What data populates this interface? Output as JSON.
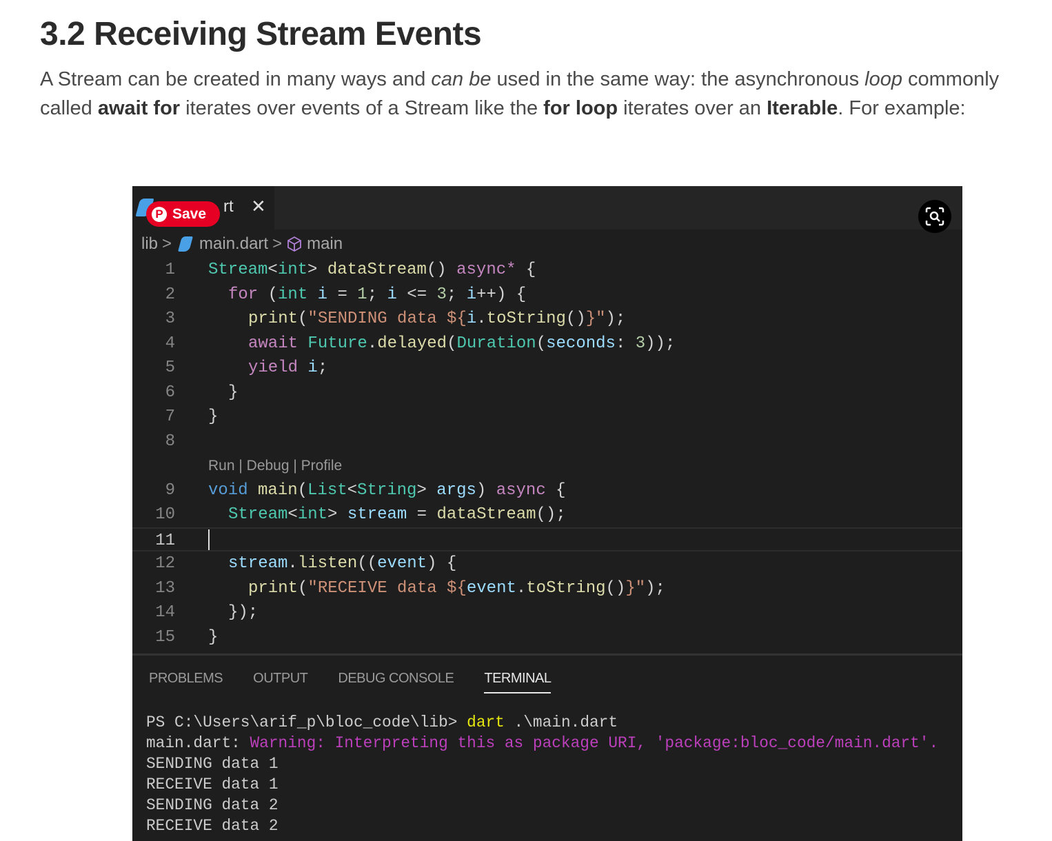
{
  "article": {
    "title": "3.2 Receiving Stream Events",
    "paragraph": [
      {
        "t": "A Stream can be created in many ways and ",
        "s": "n"
      },
      {
        "t": "can be",
        "s": "i"
      },
      {
        "t": " used in the same way: the asynchronous ",
        "s": "n"
      },
      {
        "t": "loop",
        "s": "i"
      },
      {
        "t": " commonly called ",
        "s": "n"
      },
      {
        "t": "await for",
        "s": "b"
      },
      {
        "t": " iterates over events of a Stream like the ",
        "s": "n"
      },
      {
        "t": "for loop",
        "s": "b"
      },
      {
        "t": " iterates over an ",
        "s": "n"
      },
      {
        "t": "Iterable",
        "s": "b"
      },
      {
        "t": ". For example:",
        "s": "n"
      }
    ]
  },
  "overlay": {
    "save_label": "Save",
    "pin_glyph": "P"
  },
  "editor": {
    "tab_name": "rt",
    "tab_close": "✕",
    "breadcrumb": [
      "lib",
      "main.dart",
      "main"
    ],
    "breadcrumb_sep": ">",
    "colors": {
      "k": "#c586c0",
      "t": "#4ec9b0",
      "f": "#dcdcaa",
      "v": "#9cdcfe",
      "s": "#ce9178",
      "n": "#b5cea8",
      "p": "#d4d4d4",
      "b": "#569cd6"
    },
    "codelens": "Run | Debug | Profile",
    "lines": [
      {
        "n": "1",
        "indent": 0,
        "tokens": [
          [
            "Stream",
            "t"
          ],
          [
            "<",
            "p"
          ],
          [
            "int",
            "t"
          ],
          [
            "> ",
            "p"
          ],
          [
            "dataStream",
            "f"
          ],
          [
            "() ",
            "p"
          ],
          [
            "async*",
            "k"
          ],
          [
            " {",
            "p"
          ]
        ]
      },
      {
        "n": "2",
        "indent": 1,
        "tokens": [
          [
            "for",
            "k"
          ],
          [
            " (",
            "p"
          ],
          [
            "int",
            "t"
          ],
          [
            " ",
            "p"
          ],
          [
            "i",
            "v"
          ],
          [
            " = ",
            "p"
          ],
          [
            "1",
            "n"
          ],
          [
            "; ",
            "p"
          ],
          [
            "i",
            "v"
          ],
          [
            " <= ",
            "p"
          ],
          [
            "3",
            "n"
          ],
          [
            "; ",
            "p"
          ],
          [
            "i",
            "v"
          ],
          [
            "++) {",
            "p"
          ]
        ]
      },
      {
        "n": "3",
        "indent": 2,
        "tokens": [
          [
            "print",
            "f"
          ],
          [
            "(",
            "p"
          ],
          [
            "\"SENDING data ${",
            "s"
          ],
          [
            "i",
            "v"
          ],
          [
            ".",
            "p"
          ],
          [
            "toString",
            "f"
          ],
          [
            "()",
            "p"
          ],
          [
            "}\"",
            "s"
          ],
          [
            ");",
            "p"
          ]
        ]
      },
      {
        "n": "4",
        "indent": 2,
        "tokens": [
          [
            "await",
            "k"
          ],
          [
            " ",
            "p"
          ],
          [
            "Future",
            "t"
          ],
          [
            ".",
            "p"
          ],
          [
            "delayed",
            "f"
          ],
          [
            "(",
            "p"
          ],
          [
            "Duration",
            "t"
          ],
          [
            "(",
            "p"
          ],
          [
            "seconds",
            "v"
          ],
          [
            ": ",
            "p"
          ],
          [
            "3",
            "n"
          ],
          [
            "));",
            "p"
          ]
        ]
      },
      {
        "n": "5",
        "indent": 2,
        "tokens": [
          [
            "yield",
            "k"
          ],
          [
            " ",
            "p"
          ],
          [
            "i",
            "v"
          ],
          [
            ";",
            "p"
          ]
        ]
      },
      {
        "n": "6",
        "indent": 1,
        "tokens": [
          [
            "}",
            "p"
          ]
        ]
      },
      {
        "n": "7",
        "indent": 0,
        "tokens": [
          [
            "}",
            "p"
          ]
        ]
      },
      {
        "n": "8",
        "indent": 0,
        "tokens": [],
        "codelens_after": true
      },
      {
        "n": "9",
        "indent": 0,
        "tokens": [
          [
            "void",
            "b"
          ],
          [
            " ",
            "p"
          ],
          [
            "main",
            "f"
          ],
          [
            "(",
            "p"
          ],
          [
            "List",
            "t"
          ],
          [
            "<",
            "p"
          ],
          [
            "String",
            "t"
          ],
          [
            "> ",
            "p"
          ],
          [
            "args",
            "v"
          ],
          [
            ") ",
            "p"
          ],
          [
            "async",
            "k"
          ],
          [
            " {",
            "p"
          ]
        ]
      },
      {
        "n": "10",
        "indent": 1,
        "tokens": [
          [
            "Stream",
            "t"
          ],
          [
            "<",
            "p"
          ],
          [
            "int",
            "t"
          ],
          [
            "> ",
            "p"
          ],
          [
            "stream",
            "v"
          ],
          [
            " = ",
            "p"
          ],
          [
            "dataStream",
            "f"
          ],
          [
            "();",
            "p"
          ]
        ]
      },
      {
        "n": "11",
        "indent": 0,
        "tokens": [],
        "current": true
      },
      {
        "n": "12",
        "indent": 1,
        "tokens": [
          [
            "stream",
            "v"
          ],
          [
            ".",
            "p"
          ],
          [
            "listen",
            "f"
          ],
          [
            "((",
            "p"
          ],
          [
            "event",
            "v"
          ],
          [
            ") {",
            "p"
          ]
        ]
      },
      {
        "n": "13",
        "indent": 2,
        "tokens": [
          [
            "print",
            "f"
          ],
          [
            "(",
            "p"
          ],
          [
            "\"RECEIVE data ${",
            "s"
          ],
          [
            "event",
            "v"
          ],
          [
            ".",
            "p"
          ],
          [
            "toString",
            "f"
          ],
          [
            "()",
            "p"
          ],
          [
            "}\"",
            "s"
          ],
          [
            ");",
            "p"
          ]
        ]
      },
      {
        "n": "14",
        "indent": 1,
        "tokens": [
          [
            "});",
            "p"
          ]
        ]
      },
      {
        "n": "15",
        "indent": 0,
        "tokens": [
          [
            "}",
            "p"
          ]
        ]
      }
    ]
  },
  "panel": {
    "tabs": [
      "PROBLEMS",
      "OUTPUT",
      "DEBUG CONSOLE",
      "TERMINAL"
    ],
    "active_tab": "TERMINAL",
    "terminal": [
      [
        [
          "PS C:\\Users\\arif_p\\bloc_code\\lib> ",
          "#cccccc"
        ],
        [
          "dart",
          "#e5e510"
        ],
        [
          " .\\main.dart",
          "#cccccc"
        ]
      ],
      [
        [
          "main.dart: ",
          "#cccccc"
        ],
        [
          "Warning: Interpreting this as package URI, 'package:bloc_code/main.dart'.",
          "#bc3fbc"
        ]
      ],
      [
        [
          "SENDING data 1",
          "#cccccc"
        ]
      ],
      [
        [
          "RECEIVE data 1",
          "#cccccc"
        ]
      ],
      [
        [
          "SENDING data 2",
          "#cccccc"
        ]
      ],
      [
        [
          "RECEIVE data 2",
          "#cccccc"
        ]
      ]
    ]
  }
}
